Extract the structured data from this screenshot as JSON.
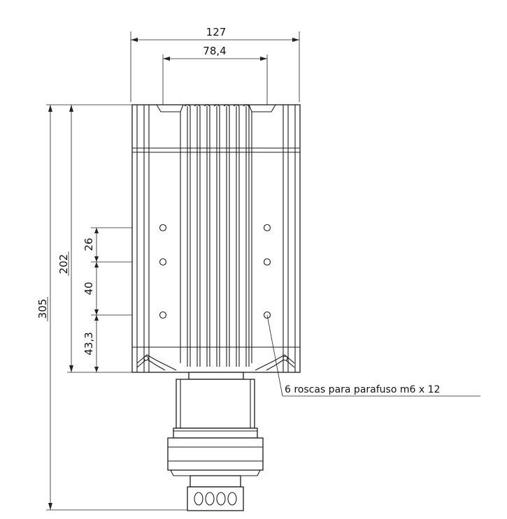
{
  "drawing": {
    "dimensions": {
      "width_total": "127",
      "width_holes": "78,4",
      "height_total": "305",
      "height_body": "202",
      "hole_spacing_1": "26",
      "hole_spacing_2": "40",
      "hole_to_bottom": "43,3"
    },
    "callout": "6 roscas para parafuso m6 x 12"
  }
}
